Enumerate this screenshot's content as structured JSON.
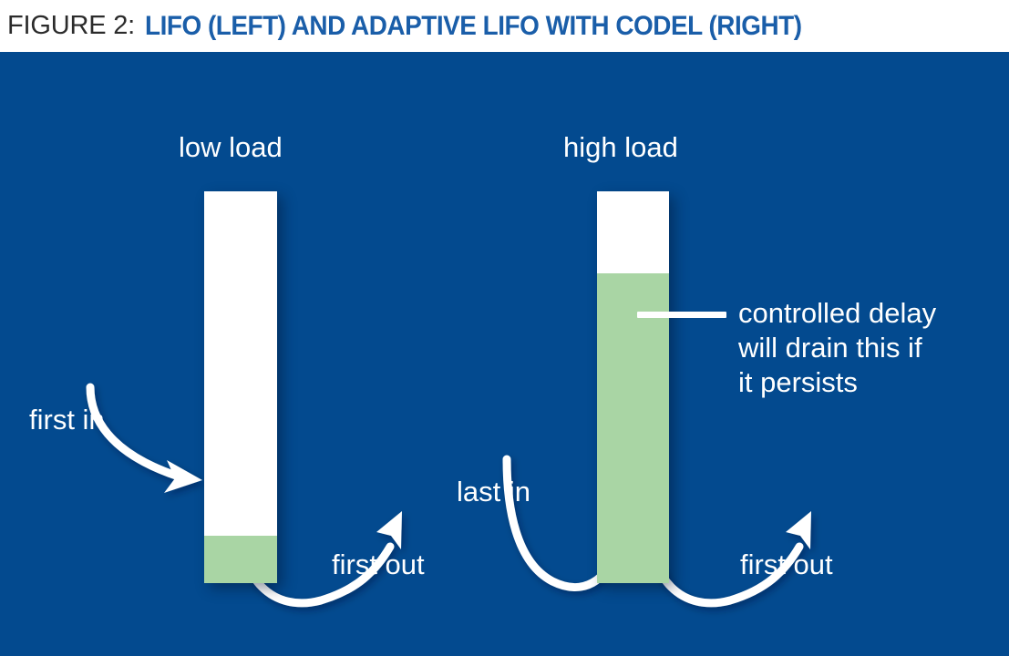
{
  "figure": {
    "title_prefix": "FIGURE 2:",
    "title_main": "LIFO (LEFT) AND ADAPTIVE LIFO WITH CODEL (RIGHT)",
    "panel_background": "#034a8f",
    "accent_blue": "#1a5ea9",
    "queue_empty_color": "#ffffff",
    "queue_fill_color": "#a9d5a4",
    "label_color": "#ffffff"
  },
  "left_diagram": {
    "heading": "low load",
    "inbound_label": "first in",
    "outbound_label": "first out",
    "queue": {
      "fill_percent": 12,
      "empty_percent": 88
    }
  },
  "right_diagram": {
    "heading": "high load",
    "inbound_label": "last in",
    "outbound_label": "first out",
    "callout": "controlled delay will drain this if it persists",
    "callout_line_1": "controlled delay",
    "callout_line_2": "will drain this if",
    "callout_line_3": "it persists",
    "queue": {
      "fill_percent": 79,
      "empty_percent": 21
    }
  },
  "icons": {
    "inbound_arrow": "curved-arrow-down-right-icon",
    "outbound_arrow": "curved-arrow-up-right-icon",
    "callout_leader": "leader-line-icon"
  }
}
